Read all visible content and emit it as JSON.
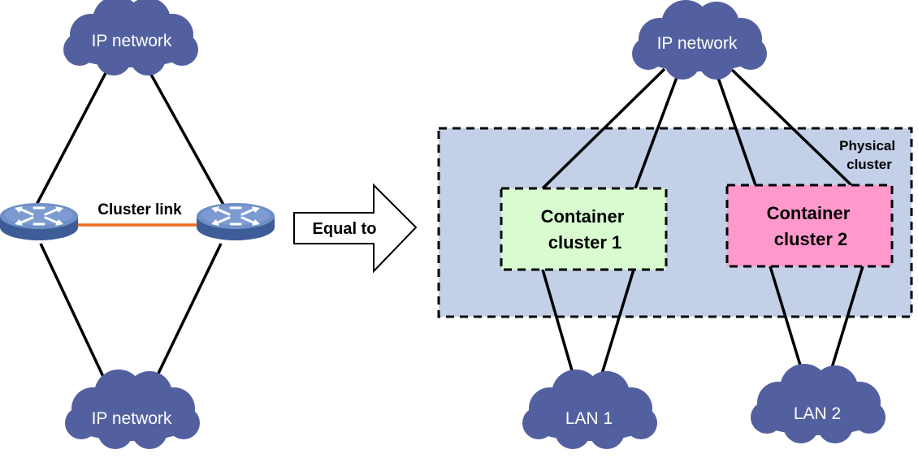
{
  "left": {
    "cloud_top": "IP network",
    "cloud_bottom": "IP network",
    "link_label": "Cluster link"
  },
  "arrow": {
    "label": "Equal to"
  },
  "right": {
    "cloud_top": "IP network",
    "physical_cluster_line1": "Physical",
    "physical_cluster_line2": "cluster",
    "container1_line1": "Container",
    "container1_line2": "cluster 1",
    "container2_line1": "Container",
    "container2_line2": "cluster 2",
    "lan1": "LAN 1",
    "lan2": "LAN 2"
  },
  "colors": {
    "cloud": "#5360a0",
    "physical_cluster_fill": "#c3d0e8",
    "container1_fill": "#d8fcd0",
    "container2_fill": "#ff99cc",
    "cluster_link": "#ee6c22",
    "switch_top": "#6e8ec6",
    "switch_side": "#3e5d98"
  },
  "icons": [
    "cloud-icon",
    "switch-icon",
    "arrow-icon"
  ]
}
